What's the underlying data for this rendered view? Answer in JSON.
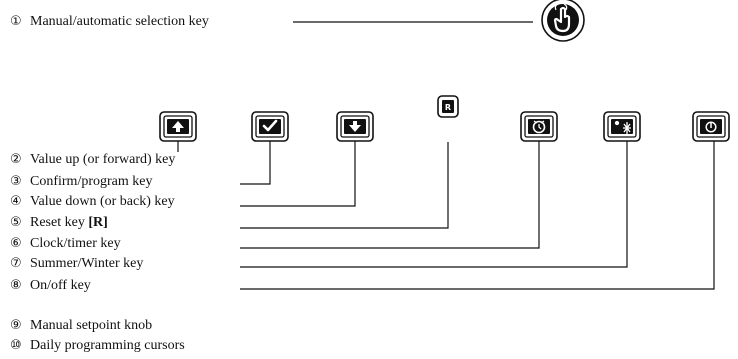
{
  "legend": [
    {
      "num": "①",
      "text": "Manual/automatic selection key"
    },
    {
      "num": "②",
      "text": "Value up (or forward) key"
    },
    {
      "num": "③",
      "text": "Confirm/program key"
    },
    {
      "num": "④",
      "text": "Value down (or back) key"
    },
    {
      "num": "⑤",
      "text": "Reset key ",
      "emph": "[R]"
    },
    {
      "num": "⑥",
      "text": "Clock/timer key"
    },
    {
      "num": "⑦",
      "text": "Summer/Winter key"
    },
    {
      "num": "⑧",
      "text": "On/off key"
    },
    {
      "num": "⑨",
      "text": "Manual setpoint knob"
    },
    {
      "num": "⑩",
      "text": "Daily programming cursors"
    }
  ],
  "keys": {
    "manual_auto": {
      "icon": "hand-pointer-icon"
    },
    "up": {
      "icon": "arrow-up-icon"
    },
    "confirm": {
      "icon": "checkmark-icon"
    },
    "down": {
      "icon": "arrow-down-icon"
    },
    "reset": {
      "icon": "reset-icon",
      "glyph": "R"
    },
    "clock": {
      "icon": "clock-timer-icon"
    },
    "summer_winter": {
      "icon": "sun-snowflake-icon"
    },
    "onoff": {
      "icon": "power-icon"
    }
  }
}
